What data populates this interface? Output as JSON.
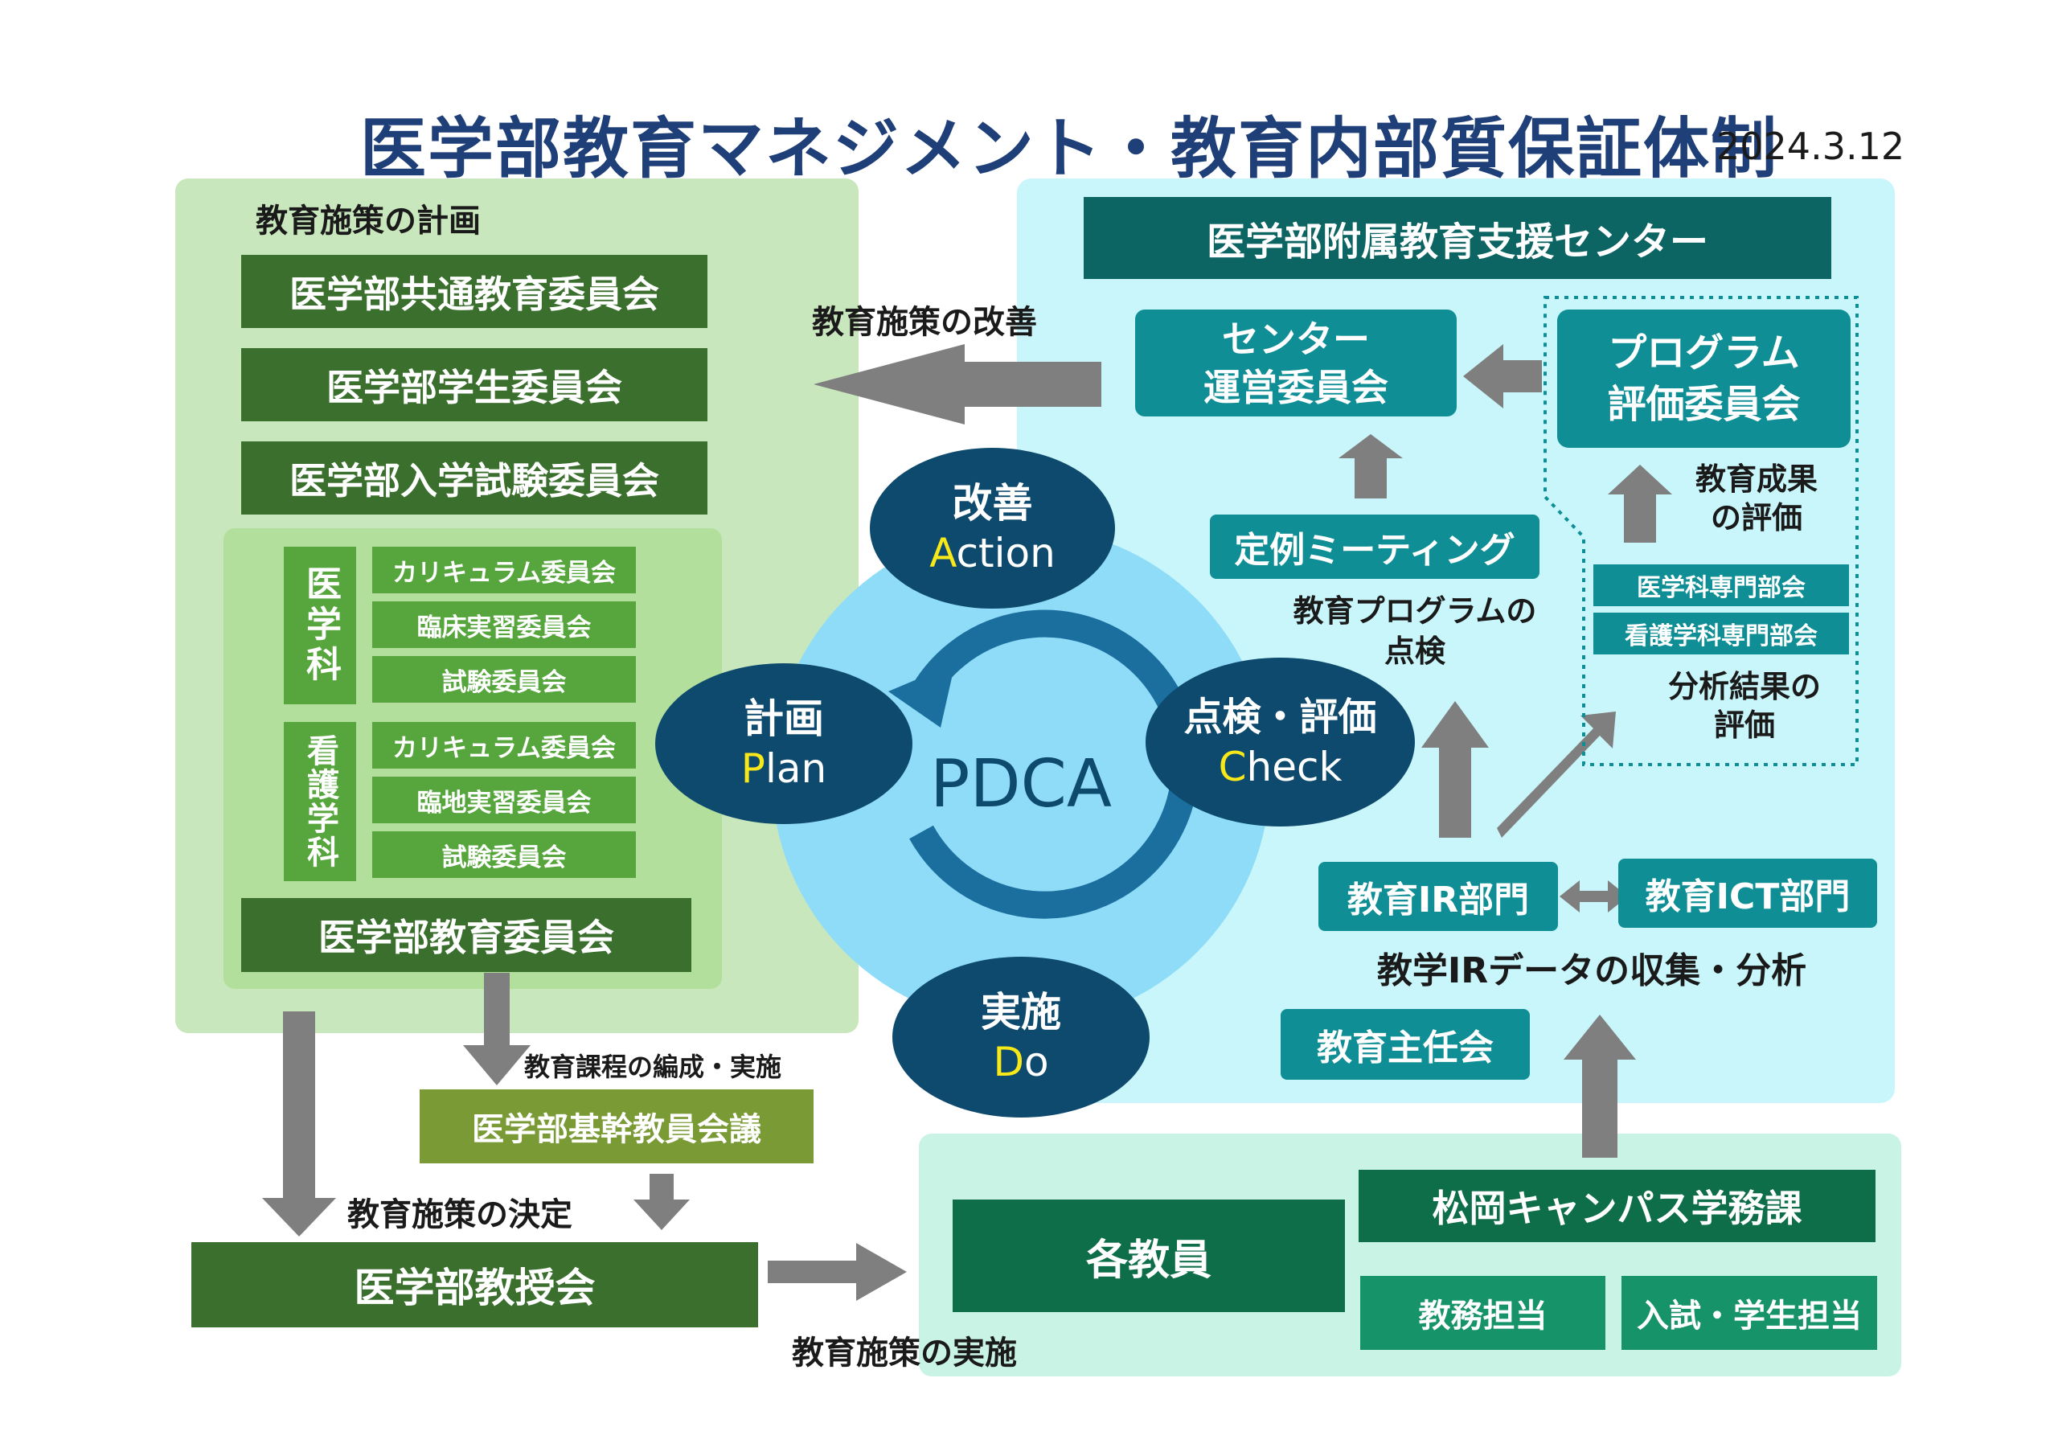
{
  "title": "医学部教育マネジメント・教育内部質保証体制",
  "date": "2024.3.12",
  "plan_panel": {
    "heading": "教育施策の計画",
    "committees": [
      "医学部共通教育委員会",
      "医学部学生委員会",
      "医学部入学試験委員会"
    ],
    "igakuka": {
      "label": "医学科",
      "items": [
        "カリキュラム委員会",
        "臨床実習委員会",
        "試験委員会"
      ]
    },
    "kangogakka": {
      "label": "看護学科",
      "items": [
        "カリキュラム委員会",
        "臨地実習委員会",
        "試験委員会"
      ]
    },
    "education_committee": "医学部教育委員会"
  },
  "flow": {
    "improve_label": "教育施策の改善",
    "curriculum_label": "教育課程の編成・実施",
    "core_faculty": "医学部基幹教員会議",
    "decision_label": "教育施策の決定",
    "faculty_meeting": "医学部教授会",
    "implement_label": "教育施策の実施"
  },
  "pdca": {
    "center": "PDCA",
    "action": {
      "jp": "改善",
      "first": "A",
      "rest": "ction"
    },
    "plan": {
      "jp": "計画",
      "first": "P",
      "rest": "lan"
    },
    "check": {
      "jp": "点検・評価",
      "first": "C",
      "rest": "heck"
    },
    "do": {
      "jp": "実施",
      "first": "D",
      "rest": "o"
    }
  },
  "center_panel": {
    "header": "医学部附属教育支援センター",
    "management_committee": [
      "センター",
      "運営委員会"
    ],
    "program_committee": [
      "プログラム",
      "評価委員会"
    ],
    "outcome_label": [
      "教育成果",
      "の評価"
    ],
    "regular_meeting": "定例ミーティング",
    "program_check_label": [
      "教育プログラムの",
      "点検"
    ],
    "igakuka_subcommittee": "医学科専門部会",
    "kango_subcommittee": "看護学科専門部会",
    "analysis_label": [
      "分析結果の",
      "評価"
    ],
    "ir_section": "教育IR部門",
    "ict_section": "教育ICT部門",
    "ir_data_label": "教学IRデータの収集・分析",
    "chief_meeting": "教育主任会"
  },
  "do_panel": {
    "faculty": "各教員",
    "office": "松岡キャンパス学務課",
    "academic_affairs": "教務担当",
    "admissions": "入試・学生担当"
  },
  "colors": {
    "title": "#1f3f78",
    "plan_panel": "#c9e7bd",
    "center_panel": "#c8f6fb",
    "do_panel": "#c9f3e4",
    "dark_green": "#3a6f2e",
    "teal": "#0f8f95",
    "navy": "#0d4a6d",
    "accent_yellow": "#f8e81a"
  }
}
